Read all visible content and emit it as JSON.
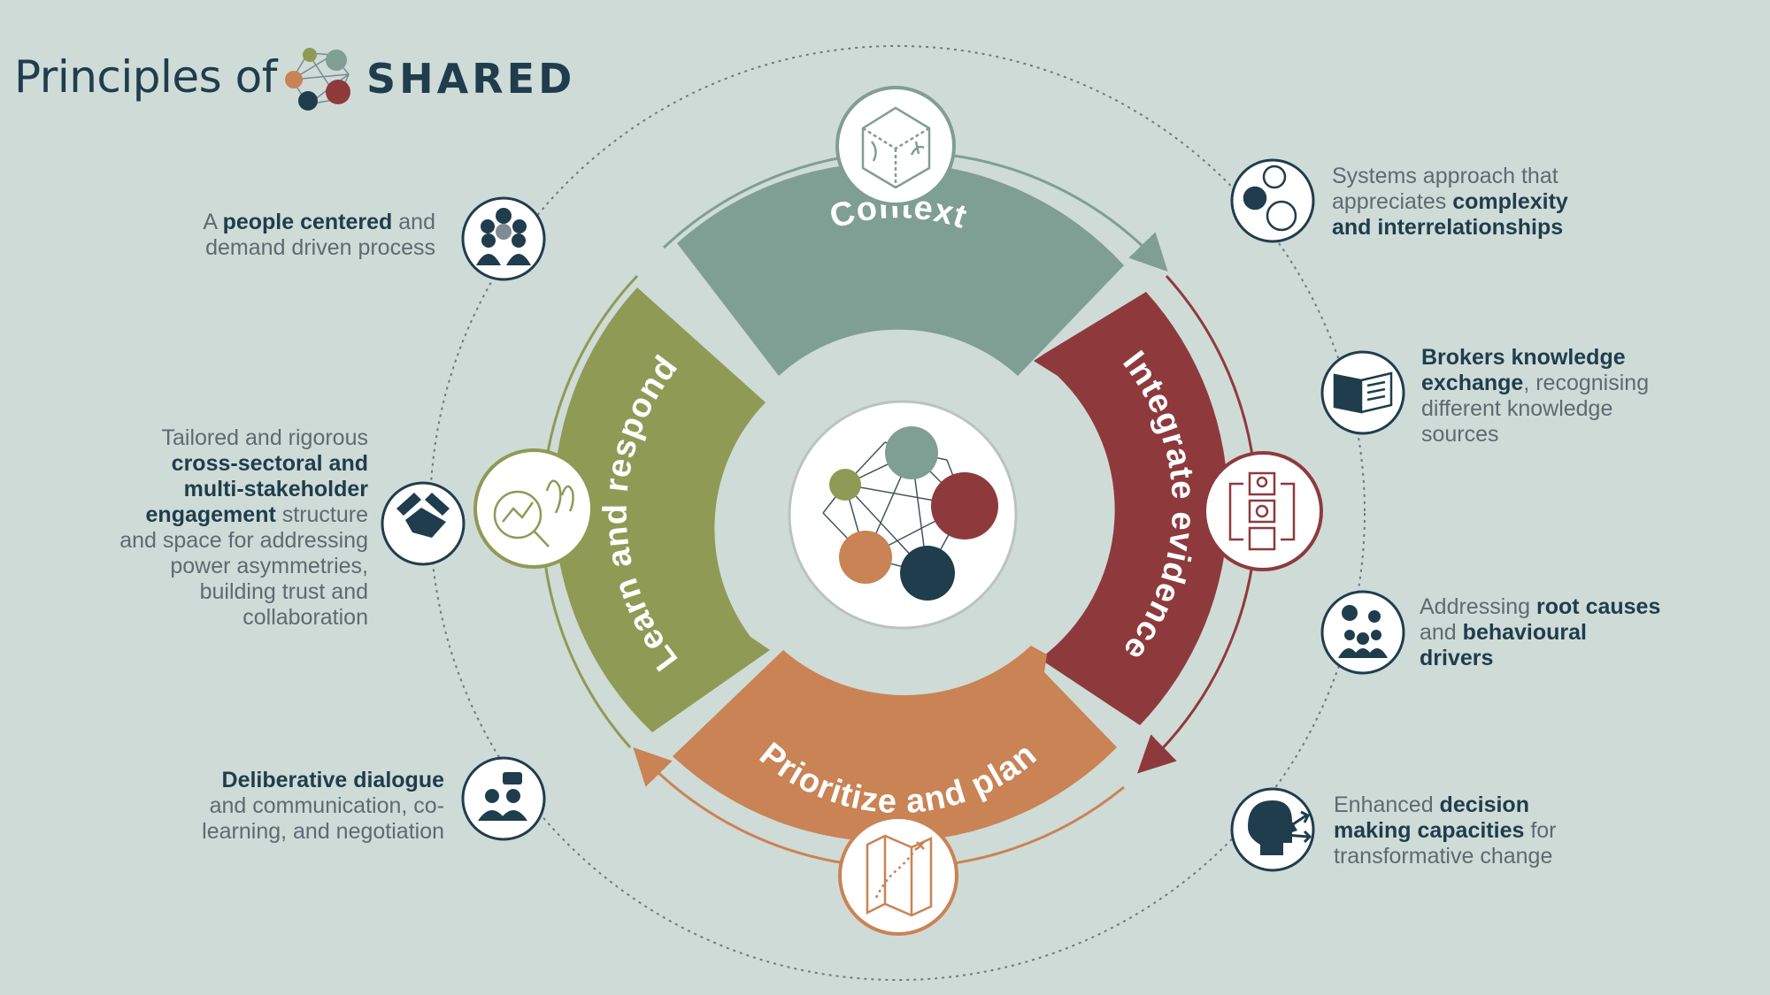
{
  "header": {
    "title_prefix": "Principles of",
    "brand": "SHARED"
  },
  "cycle": {
    "segments": [
      {
        "label": "Context",
        "color": "#7f9e94",
        "icon": "cube-map-icon"
      },
      {
        "label": "Integrate evidence",
        "color": "#8e3a3d",
        "icon": "evidence-cycle-icon"
      },
      {
        "label": "Prioritize and plan",
        "color": "#c98354",
        "icon": "map-route-icon"
      },
      {
        "label": "Learn and respond",
        "color": "#8f9a55",
        "icon": "magnify-chart-icon"
      }
    ],
    "center_icon": "network-nodes-icon"
  },
  "principles": {
    "left": [
      {
        "icon": "people-group-icon",
        "lines": [
          [
            "A ",
            ""
          ],
          [
            "people centered",
            "b"
          ],
          [
            " and",
            ""
          ],
          [
            "\n",
            ""
          ],
          [
            "demand driven process",
            ""
          ]
        ]
      },
      {
        "icon": "handshake-icon",
        "lines": [
          [
            "Tailored and rigorous",
            ""
          ],
          [
            "\n",
            ""
          ],
          [
            "cross-sectoral and",
            "b"
          ],
          [
            "\n",
            ""
          ],
          [
            "multi-stakeholder",
            "b"
          ],
          [
            "\n",
            ""
          ],
          [
            "engagement",
            "b"
          ],
          [
            " structure",
            ""
          ],
          [
            "\n",
            ""
          ],
          [
            "and space for addressing",
            ""
          ],
          [
            "\n",
            ""
          ],
          [
            "power asymmetries,",
            ""
          ],
          [
            "\n",
            ""
          ],
          [
            "building trust and",
            ""
          ],
          [
            "\n",
            ""
          ],
          [
            "collaboration",
            ""
          ]
        ]
      },
      {
        "icon": "dialogue-icon",
        "lines": [
          [
            "Deliberative dialogue",
            "b"
          ],
          [
            "\n",
            ""
          ],
          [
            "and communication, co-",
            ""
          ],
          [
            "\n",
            ""
          ],
          [
            "learning, and negotiation",
            ""
          ]
        ]
      }
    ],
    "right": [
      {
        "icon": "systems-people-icon",
        "lines": [
          [
            "Systems approach that",
            ""
          ],
          [
            "\n",
            ""
          ],
          [
            "appreciates ",
            ""
          ],
          [
            "complexity",
            "b"
          ],
          [
            "\n",
            ""
          ],
          [
            "and interrelationships",
            "b"
          ]
        ]
      },
      {
        "icon": "book-icon",
        "lines": [
          [
            "Brokers knowledge",
            "b"
          ],
          [
            "\n",
            ""
          ],
          [
            "exchange",
            "b"
          ],
          [
            ", recognising",
            ""
          ],
          [
            "\n",
            ""
          ],
          [
            "different knowledge",
            ""
          ],
          [
            "\n",
            ""
          ],
          [
            "sources",
            ""
          ]
        ]
      },
      {
        "icon": "gears-people-icon",
        "lines": [
          [
            "Addressing ",
            ""
          ],
          [
            "root causes",
            "b"
          ],
          [
            "\n",
            ""
          ],
          [
            "and ",
            ""
          ],
          [
            "behavioural",
            "b"
          ],
          [
            "\n",
            ""
          ],
          [
            "drivers",
            "b"
          ]
        ]
      },
      {
        "icon": "head-decision-icon",
        "lines": [
          [
            "Enhanced ",
            ""
          ],
          [
            "decision",
            "b"
          ],
          [
            "\n",
            ""
          ],
          [
            "making capacities",
            "b"
          ],
          [
            " for",
            ""
          ],
          [
            "\n",
            ""
          ],
          [
            "transformative change",
            ""
          ]
        ]
      }
    ]
  },
  "colors": {
    "background": "#cfdbd7",
    "navy": "#1f3d4c",
    "context": "#7f9e94",
    "evidence": "#8e3a3d",
    "plan": "#c98354",
    "learn": "#8f9a55"
  }
}
